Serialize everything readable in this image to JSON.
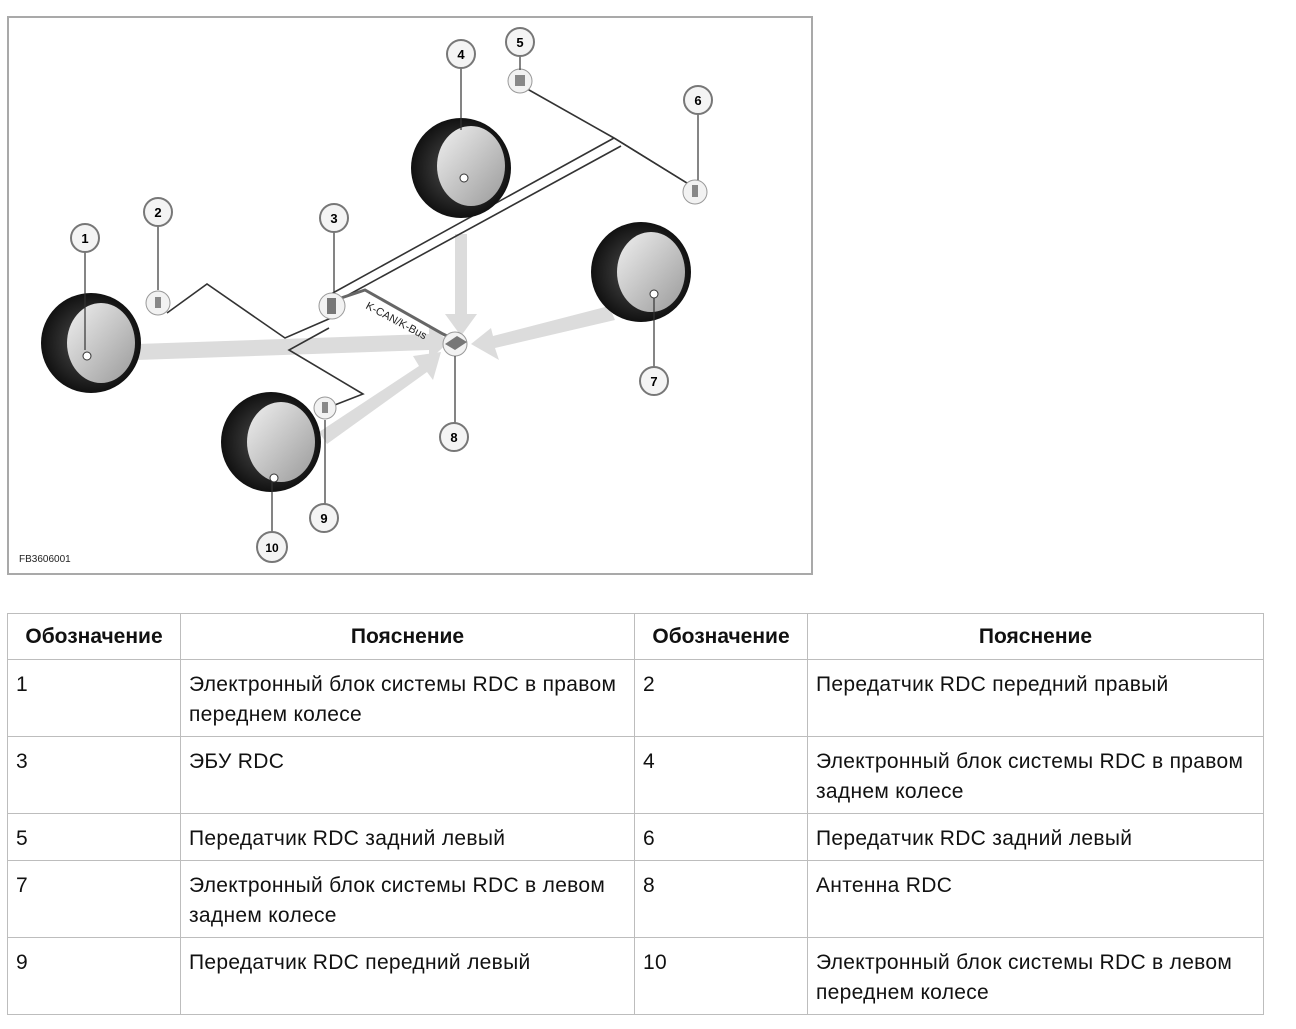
{
  "figure": {
    "code": "FB3606001",
    "bus_label": "K-CAN/K-Bus",
    "callouts": [
      "1",
      "2",
      "3",
      "4",
      "5",
      "6",
      "7",
      "8",
      "9",
      "10"
    ]
  },
  "table": {
    "headers": [
      "Обозначение",
      "Пояснение",
      "Обозначение",
      "Пояснение"
    ],
    "rows": [
      [
        "1",
        "Электронный блок системы RDC в правом переднем колесе",
        "2",
        "Передатчик RDC передний правый"
      ],
      [
        "3",
        "ЭБУ RDC",
        "4",
        "Электронный блок системы RDC в правом заднем колесе"
      ],
      [
        "5",
        "Передатчик RDC задний левый",
        "6",
        "Передатчик RDC задний левый"
      ],
      [
        "7",
        "Электронный блок системы RDC в левом заднем колесе",
        "8",
        "Антенна RDC"
      ],
      [
        "9",
        "Передатчик RDC передний левый",
        "10",
        "Электронный блок системы RDC в левом переднем колесе"
      ]
    ]
  }
}
